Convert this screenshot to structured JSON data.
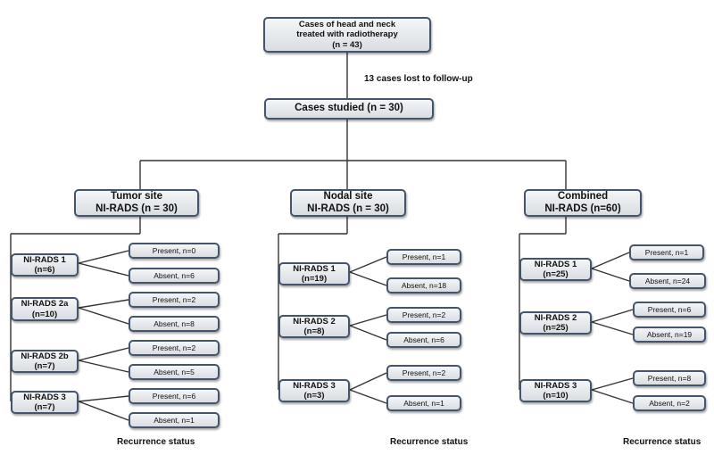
{
  "top": {
    "line1": "Cases of head and neck",
    "line2": "treated with radiotherapy",
    "n": "(n = 43)"
  },
  "lost_note": "13 cases lost to follow-up",
  "studied": "Cases studied (n = 30)",
  "recurrence_label": "Recurrence status",
  "columns": [
    {
      "title": "Tumor site",
      "subtitle": "NI-RADS (n = 30)",
      "groups": [
        {
          "label": "NI-RADS 1",
          "n": "(n=6)",
          "present": "Present, n=0",
          "absent": "Absent, n=6"
        },
        {
          "label": "NI-RADS 2a",
          "n": "(n=10)",
          "present": "Present, n=2",
          "absent": "Absent, n=8"
        },
        {
          "label": "NI-RADS 2b",
          "n": "(n=7)",
          "present": "Present, n=2",
          "absent": "Absent, n=5"
        },
        {
          "label": "NI-RADS 3",
          "n": "(n=7)",
          "present": "Present, n=6",
          "absent": "Absent, n=1"
        }
      ]
    },
    {
      "title": "Nodal site",
      "subtitle": "NI-RADS (n = 30)",
      "groups": [
        {
          "label": "NI-RADS 1",
          "n": "(n=19)",
          "present": "Present, n=1",
          "absent": "Absent, n=18"
        },
        {
          "label": "NI-RADS 2",
          "n": "(n=8)",
          "present": "Present, n=2",
          "absent": "Absent, n=6"
        },
        {
          "label": "NI-RADS 3",
          "n": "(n=3)",
          "present": "Present, n=2",
          "absent": "Absent, n=1"
        }
      ]
    },
    {
      "title": "Combined",
      "subtitle": "NI-RADS (n=60)",
      "groups": [
        {
          "label": "NI-RADS 1",
          "n": "(n=25)",
          "present": "Present, n=1",
          "absent": "Absent, n=24"
        },
        {
          "label": "NI-RADS 2",
          "n": "(n=25)",
          "present": "Present, n=6",
          "absent": "Absent, n=19"
        },
        {
          "label": "NI-RADS 3",
          "n": "(n=10)",
          "present": "Present, n=8",
          "absent": "Absent, n=2"
        }
      ]
    }
  ]
}
